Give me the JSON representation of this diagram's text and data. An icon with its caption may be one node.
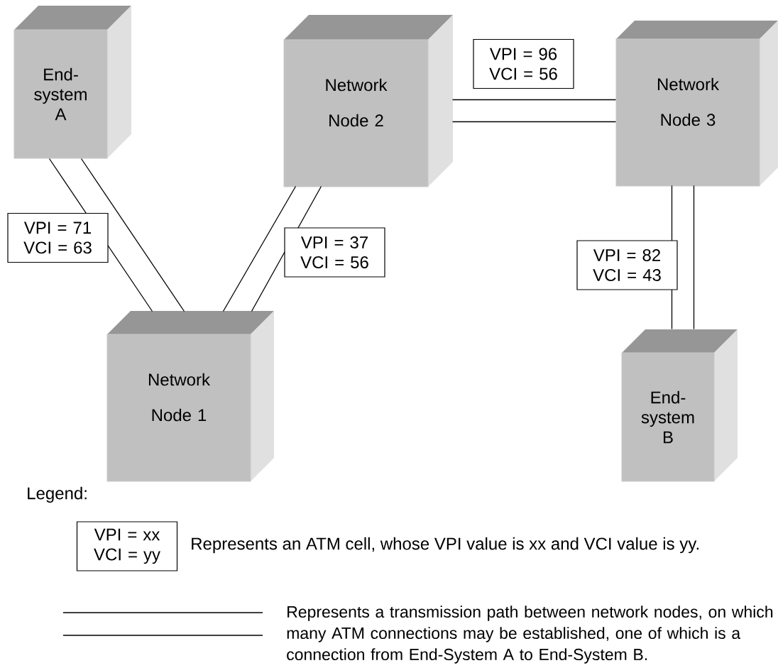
{
  "diagram": {
    "nodes": [
      {
        "text": [
          "End- system A"
        ]
      },
      {
        "text": [
          "Network",
          "Node 2"
        ]
      },
      {
        "text": [
          "Network",
          "Node 3"
        ]
      },
      {
        "text": [
          "Network",
          "Node 1"
        ]
      },
      {
        "text": [
          "End- system B"
        ]
      }
    ],
    "edges": [
      {
        "from": 0,
        "to": 3,
        "arrow": "none",
        "label": "VPI = 71 VCI = 63"
      },
      {
        "from": 3,
        "to": 1,
        "arrow": "none",
        "label": "VPI = 37 VCI = 56"
      },
      {
        "from": 1,
        "to": 2,
        "arrow": "none",
        "label": "VPI = 96 VCI = 56"
      },
      {
        "from": 2,
        "to": 4,
        "arrow": "none",
        "label": "VPI = 82 VCI = 43"
      }
    ],
    "labels": [
      "Legend:",
      "VPI = xx VCI = yy"
    ],
    "legend": [
      {
        "text": "Represents an ATM cell, whose VPI value is xx and VCI value is yy."
      },
      {
        "text": "Represents a transmission path between network nodes, on which many ATM connections may be established, one of which is a connection from End-System A to End-System B."
      }
    ]
  }
}
